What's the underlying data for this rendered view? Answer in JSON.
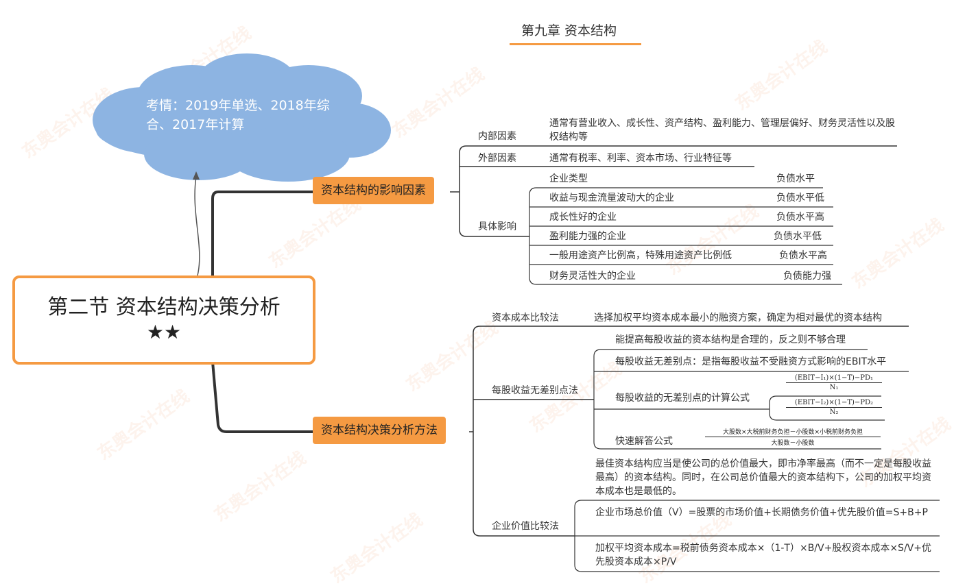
{
  "chapter_title": "第九章  资本结构",
  "cloud": "考情：2019年单选、2018年综合、2017年计算",
  "root": {
    "title": "第二节 资本结构决策分析",
    "stars": "★★"
  },
  "factors": {
    "label": "资本结构的影响因素",
    "internal": {
      "label": "内部因素",
      "text": "通常有营业收入、成长性、资产结构、盈利能力、管理层偏好、财务灵活性以及股权结构等"
    },
    "external": {
      "label": "外部因素",
      "text": "通常有税率、利率、资本市场、行业特征等"
    },
    "specific": {
      "label": "具体影响",
      "rows": [
        {
          "left": "企业类型",
          "right": "负债水平"
        },
        {
          "left": "收益与现金流量波动大的企业",
          "right": "负债水平低"
        },
        {
          "left": "成长性好的企业",
          "right": "负债水平高"
        },
        {
          "left": "盈利能力强的企业",
          "right": "负债水平低"
        },
        {
          "left": "一般用途资产比例高，特殊用途资产比例低",
          "right": "负债水平高"
        },
        {
          "left": "财务灵活性大的企业",
          "right": "负债能力强"
        }
      ]
    }
  },
  "methods": {
    "label": "资本结构决策分析方法",
    "cost_compare": {
      "label": "资本成本比较法",
      "text": "选择加权平均资本成本最小的融资方案，确定为相对最优的资本结构"
    },
    "eps": {
      "label": "每股收益无差别点法",
      "item1": "能提高每股收益的资本结构是合理的，反之则不够合理",
      "item2": "每股收益无差别点：是指每股收益不受融资方式影响的EBIT水平",
      "item3": "每股收益的无差别点的计算公式",
      "formula1_num": "(EBIT−I₁)×(1−T)−PD₁",
      "formula1_den": "N₁",
      "formula2_num": "(EBIT−I₂)×(1−T)−PD₂",
      "formula2_den": "N₂",
      "item4": "快速解答公式",
      "formula3_num": "大股数×大税前财务负担－小股数×小税前财务负担",
      "formula3_den": "大股数－小股数"
    },
    "value_compare": {
      "label": "企业价值比较法",
      "intro": "最佳资本结构应当是使公司的总价值最大，即市净率最高（而不一定是每股收益最高）的资本结构。同时，在公司总价值最大的资本结构下，公司的加权平均资本成本也是最低的。",
      "item1": "企业市场总价值（V）=股票的市场价值+长期债务价值+优先股价值=S+B+P",
      "item2": "加权平均资本成本=税前债务资本成本×（1-T）×B/V+股权资本成本×S/V+优先股资本成本×P/V"
    }
  },
  "watermark": "东奥会计在线",
  "colors": {
    "accent": "#f59a42",
    "cloud": "#8db4e2",
    "line": "#333333"
  }
}
